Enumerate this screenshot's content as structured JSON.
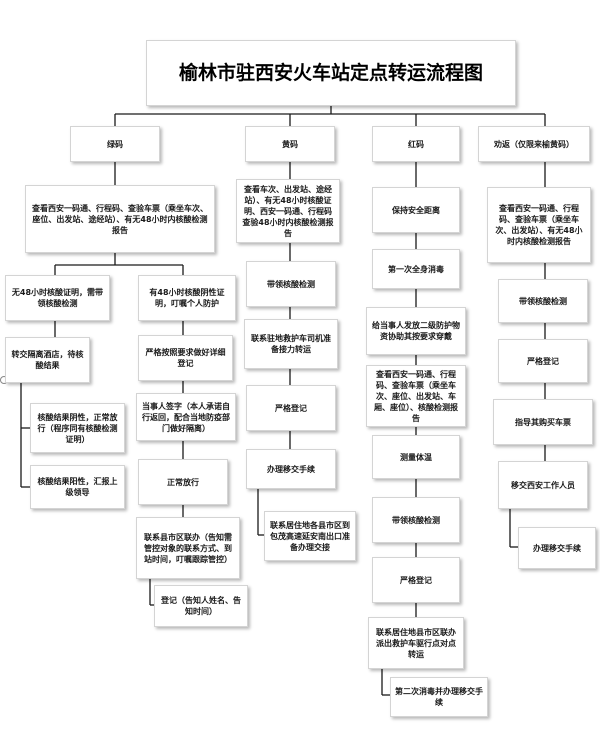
{
  "title": "榆林市驻西安火车站定点转运流程图",
  "columns": {
    "green": {
      "header": "绿码",
      "check": "查看西安一码通、行程码、查验车票（乘坐车次、座位、出发站、途经站）、有无48小时内核酸检测报告",
      "no_cert": "无48小时核酸证明，需带领核酸检测",
      "transfer_hotel": "转交隔离酒店，待核酸结果",
      "negative": "核酸结果阴性，正常放行（程序同有核酸检测证明）",
      "positive": "核酸结果阳性，汇报上级领导",
      "has_cert": "有48小时核酸阴性证明，叮嘱个人防护",
      "strict_check": "严格按照要求做好详细登记",
      "sign": "当事人签字（本人承诺自行返回，配合当地防疫部门做好隔离）",
      "release": "正常放行",
      "contact": "联系县市区联办（告知需管控对象的联系方式、到站时间，叮嘱跟踪管控）",
      "register_notify": "登记（告知人姓名、告知时间）"
    },
    "yellow": {
      "header": "黄码",
      "check": "查看车次、出发站、途经站）、有无48小时核酸证明、西安一码通、行程码查验48小时内核酸检测报告",
      "lead_test": "带领核酸检测",
      "contact_driver": "联系驻地救护车司机准备接力转运",
      "register": "严格登记",
      "handover": "办理移交手续",
      "contact_county": "联系居住地各县市区到包茂高速延安南出口准备办理交接"
    },
    "red": {
      "header": "红码",
      "keep_distance": "保持安全距离",
      "disinfect_first": "第一次全身消毒",
      "protective_gear": "给当事人发放二级防护物资协助其按要求穿戴",
      "check": "查看西安一码通、行程码、查验车票（乘坐车次、座位、出发站、车厢、座位）、核酸检测报告",
      "temperature": "测量体温",
      "lead_test": "带领核酸检测",
      "register": "严格登记",
      "contact_ambulance": "联系居住地县市区联办派出救护车驱行点对点转运",
      "disinfect_second": "第二次消毒并办理移交手续"
    },
    "persuade": {
      "header": "劝返（仅限来榆黄码）",
      "check": "查看西安一码通、行程码、查验车票（乘坐车次、出发站）、有无48小时内核酸检测报告",
      "lead_test": "带领核酸检测",
      "register": "严格登记",
      "guide_ticket": "指导其购买车票",
      "transfer_staff": "移交西安工作人员",
      "handover": "办理移交手续"
    }
  }
}
